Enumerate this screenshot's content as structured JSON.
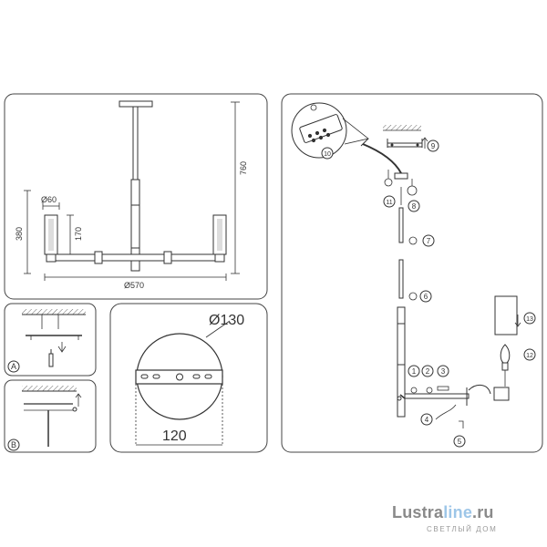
{
  "overall_drawing": {
    "height_label": "760",
    "arm_height_label": "380",
    "shade_height_label": "170",
    "shade_diameter_label": "Ø60",
    "width_label": "Ø570"
  },
  "mounting_methods": {
    "method_a_label": "A",
    "method_b_label": "B"
  },
  "canopy_detail": {
    "diameter_label": "Ø130",
    "bracket_width_label": "120"
  },
  "assembly_steps": [
    {
      "label": "1"
    },
    {
      "label": "2"
    },
    {
      "label": "3"
    },
    {
      "label": "4"
    },
    {
      "label": "5"
    },
    {
      "label": "6"
    },
    {
      "label": "7"
    },
    {
      "label": "8"
    },
    {
      "label": "9"
    },
    {
      "label": "10"
    },
    {
      "label": "11"
    },
    {
      "label": "12"
    },
    {
      "label": "13"
    }
  ],
  "watermark": {
    "brand_main": "Lustra",
    "brand_accent": "line",
    "brand_suffix": ".ru",
    "tagline": "СВЕТЛЫЙ ДОМ"
  },
  "colors": {
    "line": "#333333",
    "panel_border": "#444444",
    "watermark_gray": "#8a8a8a",
    "watermark_blue": "#9dc6e8"
  }
}
